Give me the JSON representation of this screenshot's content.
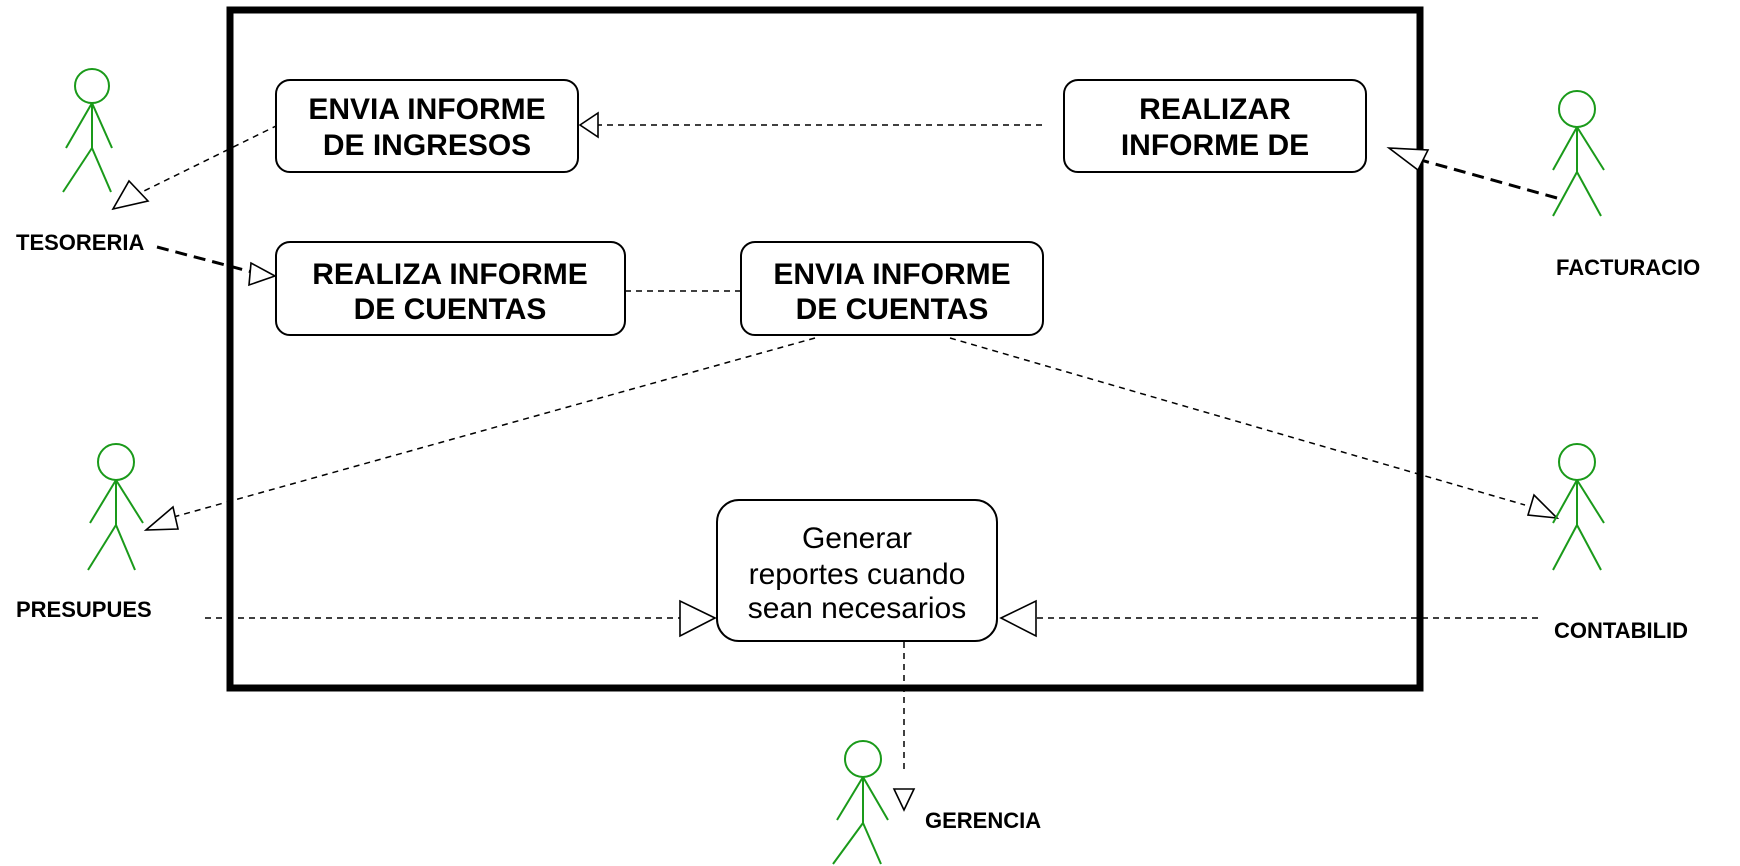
{
  "use_cases": {
    "envia_ingresos": {
      "line1": "ENVIA INFORME",
      "line2": "DE INGRESOS"
    },
    "realizar_informe": {
      "line1": "REALIZAR",
      "line2": "INFORME DE"
    },
    "realiza_cuentas": {
      "line1": "REALIZA  INFORME",
      "line2": "DE CUENTAS"
    },
    "envia_cuentas": {
      "line1": "ENVIA INFORME",
      "line2": "DE CUENTAS"
    },
    "generar_reportes": {
      "line1": "Generar",
      "line2": "reportes cuando",
      "line3": "sean necesarios"
    }
  },
  "actors": {
    "tesoreria": "TESORERIA",
    "facturacio": "FACTURACIO",
    "presupues": "PRESUPUES",
    "contabilid": "CONTABILID",
    "gerencia": "GERENCIA"
  },
  "colors": {
    "actor": "#1a9a1a",
    "line": "#000000"
  }
}
